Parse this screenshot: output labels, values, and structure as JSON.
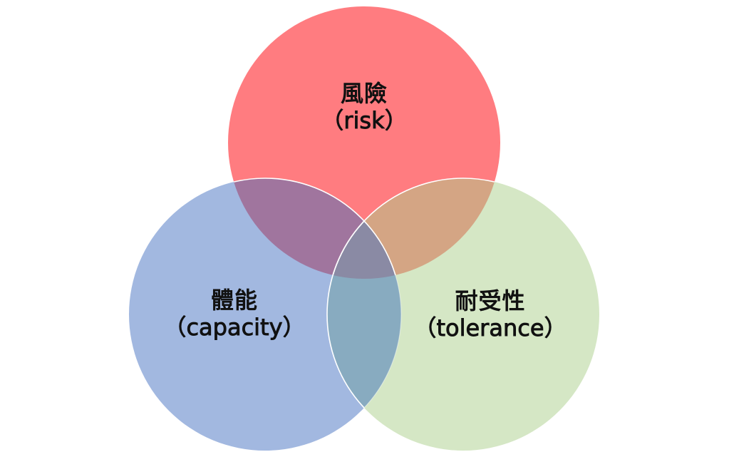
{
  "diagram": {
    "type": "venn",
    "sets": [
      {
        "id": "risk",
        "label_zh": "風險",
        "label_en": "（risk）",
        "color": "#FF7C80"
      },
      {
        "id": "capacity",
        "label_zh": "體能",
        "label_en": "（capacity）",
        "color": "#A2B8E0"
      },
      {
        "id": "tolerance",
        "label_zh": "耐受性",
        "label_en": "（tolerance）",
        "color": "#D5E7C5"
      }
    ],
    "overlap_colors": {
      "risk_capacity": "#A0759E",
      "risk_tolerance": "#D4A584",
      "capacity_tolerance": "#88ABC0",
      "all": "#8A8AA4"
    },
    "outline_color": "#FFFFFF"
  }
}
